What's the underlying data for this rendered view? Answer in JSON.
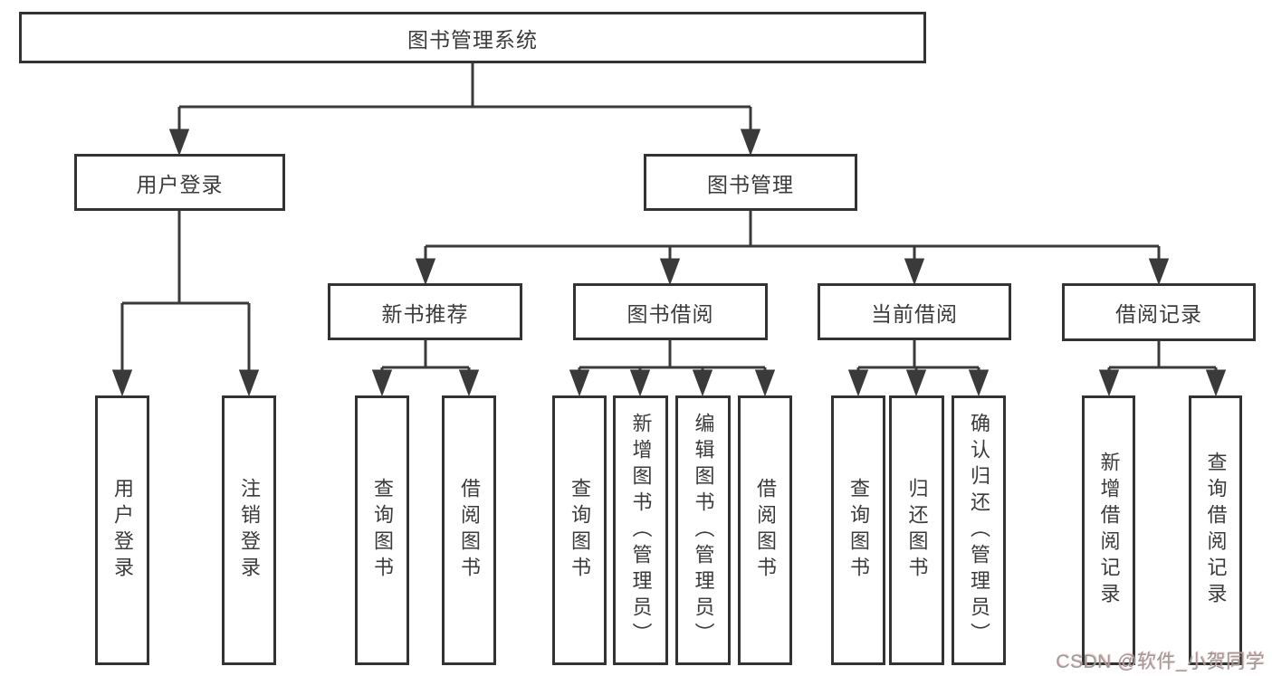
{
  "tree": {
    "label": "图书管理系统",
    "children": [
      {
        "label": "用户登录",
        "children": [
          {
            "label": "用户登录"
          },
          {
            "label": "注销登录"
          }
        ]
      },
      {
        "label": "图书管理",
        "children": [
          {
            "label": "新书推荐",
            "children": [
              {
                "label": "查询图书"
              },
              {
                "label": "借阅图书"
              }
            ]
          },
          {
            "label": "图书借阅",
            "children": [
              {
                "label": "查询图书"
              },
              {
                "label": "新增图书（管理员）"
              },
              {
                "label": "编辑图书（管理员）"
              },
              {
                "label": "借阅图书"
              }
            ]
          },
          {
            "label": "当前借阅",
            "children": [
              {
                "label": "查询图书"
              },
              {
                "label": "归还图书"
              },
              {
                "label": "确认归还（管理员）"
              }
            ]
          },
          {
            "label": "借阅记录",
            "children": [
              {
                "label": "新增借阅记录"
              },
              {
                "label": "查询借阅记录"
              }
            ]
          }
        ]
      }
    ]
  },
  "watermark": {
    "text": "CSDN @软件_小贺同学"
  },
  "colors": {
    "line": "#3a3a3a",
    "box_border": "#333333",
    "text": "#3b3b3b",
    "watermark_text": "#9b9b9b",
    "watermark_shadow": "#e89692",
    "background": "#ffffff"
  }
}
